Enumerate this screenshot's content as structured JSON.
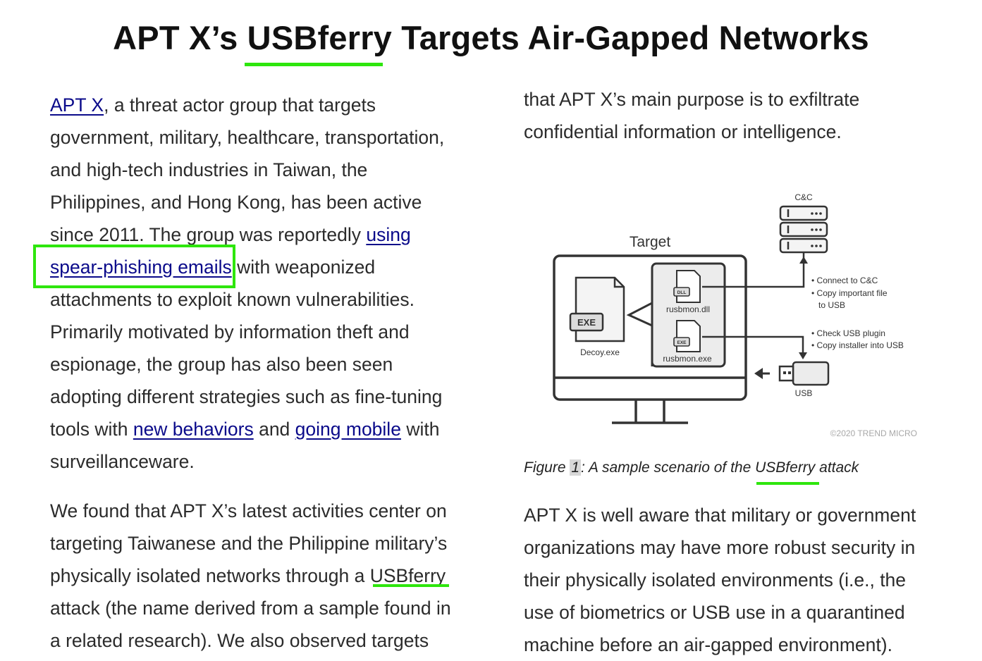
{
  "title": "APT X’s USBferry Targets Air-Gapped Networks",
  "left_column": {
    "p1": {
      "link_apt": "APT X",
      "t1": ", a threat actor group that targets",
      "t2": "government, military, healthcare, transportation,",
      "t3": "and high-tech industries in Taiwan, the",
      "t4": "Philippines, and Hong Kong, has been active",
      "t5": "since 2011. The group was reportedly ",
      "link_using": "using",
      "link_spear": "spear-phishing emails",
      "t6": " with weaponized",
      "t7": "attachments to exploit known vulnerabilities.",
      "t8": "Primarily motivated by information theft and",
      "t9": "espionage, the group has also been seen",
      "t10": "adopting different strategies such as fine-tuning",
      "t11": "tools with ",
      "link_behaviors": "new behaviors",
      "t12": " and ",
      "link_mobile": "going mobile",
      "t13": " with",
      "t14": "surveillanceware."
    },
    "p2": {
      "t1": "We found that APT X’s latest activities center on",
      "t2": "targeting Taiwanese and the Philippine military’s",
      "t3": "physically isolated networks through a ",
      "usbferry": "USBferry",
      "t4": "attack (the name derived from a sample found in",
      "t5": "a related research). We also observed targets"
    }
  },
  "right_column": {
    "p1": {
      "t1": "that APT X’s main purpose is to exfiltrate",
      "t2": "confidential information or intelligence."
    },
    "caption": {
      "pre": "Figure ",
      "num": "1",
      "mid": ": A sample scenario of the ",
      "usbferry": "USBferry",
      "post": " attack"
    },
    "p2": {
      "t1": "APT X is well aware that military or government",
      "t2": "organizations may have more robust security in",
      "t3": "their physically isolated environments (i.e., the",
      "t4": "use of biometrics or USB use in a quarantined",
      "t5": "machine before an air-gapped environment)."
    }
  },
  "figure": {
    "target_label": "Target",
    "cc_label": "C&C",
    "decoy_label": "Decoy.exe",
    "exe_badge": "EXE",
    "dll_badge": "DLL",
    "exe_small_badge": "EXE",
    "rusbmon_dll": "rusbmon.dll",
    "rusbmon_exe": "rusbmon.exe",
    "note1_a": "• Connect to C&C",
    "note1_b": "• Copy important file",
    "note1_c": "to USB",
    "note2_a": "• Check USB plugin",
    "note2_b": "• Copy installer into USB",
    "usb_label": "USB",
    "copyright": "©2020 TREND MICRO"
  },
  "colors": {
    "highlight_green": "#2ee60d",
    "link": "#0a0a8a",
    "text": "#2b2b2b"
  }
}
